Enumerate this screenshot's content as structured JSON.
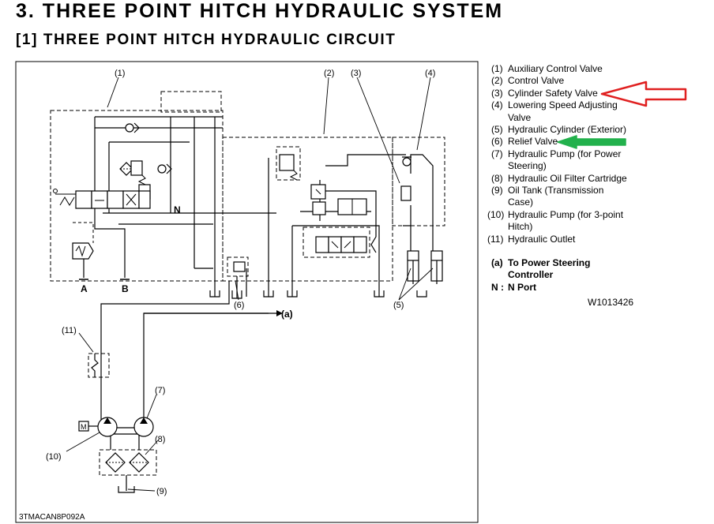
{
  "header": {
    "section_title": "3.  THREE  POINT  HITCH  HYDRAULIC  SYSTEM",
    "subsection_title": "[1]  THREE  POINT  HITCH  HYDRAULIC  CIRCUIT"
  },
  "diagram": {
    "callouts": [
      "(1)",
      "(2)",
      "(3)",
      "(4)",
      "(5)",
      "(6)",
      "(7)",
      "(8)",
      "(9)",
      "(10)",
      "(11)"
    ],
    "port_labels": {
      "a": "A",
      "b": "B",
      "n": "N",
      "out_a": "(a)",
      "motor": "M"
    },
    "figure_code": "3TMACAN8P092A"
  },
  "legend": [
    {
      "num": "(1)",
      "label": "Auxiliary Control Valve"
    },
    {
      "num": "(2)",
      "label": "Control Valve"
    },
    {
      "num": "(3)",
      "label": "Cylinder Safety Valve"
    },
    {
      "num": "(4)",
      "label": "Lowering Speed Adjusting Valve"
    },
    {
      "num": "(5)",
      "label": "Hydraulic Cylinder (Exterior)"
    },
    {
      "num": "(6)",
      "label": "Relief Valve"
    },
    {
      "num": "(7)",
      "label": "Hydraulic Pump (for Power Steering)"
    },
    {
      "num": "(8)",
      "label": "Hydraulic Oil Filter Cartridge"
    },
    {
      "num": "(9)",
      "label": "Oil Tank (Transmission Case)"
    },
    {
      "num": "(10)",
      "label": "Hydraulic Pump (for 3-point Hitch)"
    },
    {
      "num": "(11)",
      "label": "Hydraulic Outlet"
    }
  ],
  "notes": [
    {
      "key": "(a)",
      "text": "To Power Steering Controller"
    },
    {
      "key": "N :",
      "text": "N Port"
    }
  ],
  "reference_code": "W1013426",
  "annotation_colors": {
    "red_arrow": "#e02020",
    "green_arrow": "#22b14c"
  }
}
